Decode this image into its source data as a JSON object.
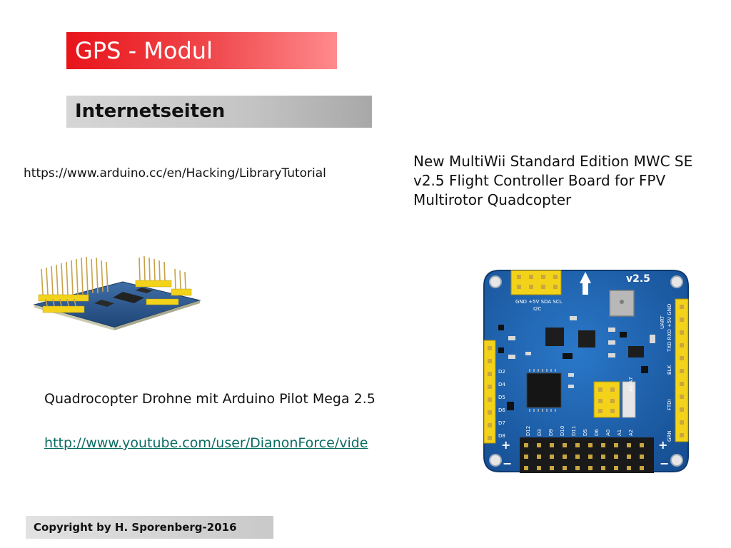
{
  "slide": {
    "title": "GPS - Modul",
    "section": "Internetseiten",
    "tutorial_url": "https://www.arduino.cc/en/Hacking/LibraryTutorial",
    "product_title": "New MultiWii Standard Edition MWC SE v2.5 Flight Controller Board for FPV Multirotor Quadcopter",
    "caption": "Quadrocopter Drohne mit Arduino Pilot Mega 2.5",
    "video_link": "http://www.youtube.com/user/DianonForce/vide",
    "copyright": "Copyright by H. Sporenberg-2016"
  },
  "board": {
    "version_label": "v2.5",
    "i2c_label": "I2C",
    "i2c_pins": "GND +5V SDA SCL",
    "uart_label": "UART",
    "uart_pins": "TXD RXD +5V GND",
    "ftdi_label": "FTDI",
    "blk_label": "BLK",
    "grn_label": "GRN",
    "analog_top": "A6 A7",
    "left_pins": [
      "D2",
      "D4",
      "D5",
      "D6",
      "D7",
      "D8"
    ],
    "bottom_pins": [
      "D12",
      "D3",
      "D9",
      "D10",
      "D11",
      "D5",
      "D6",
      "A0",
      "A1",
      "A2"
    ]
  },
  "colors": {
    "title_red": "#e8141a",
    "board_blue": "#1d63b3",
    "header_yellow": "#f3d21a",
    "link_teal": "#0b6b62"
  }
}
